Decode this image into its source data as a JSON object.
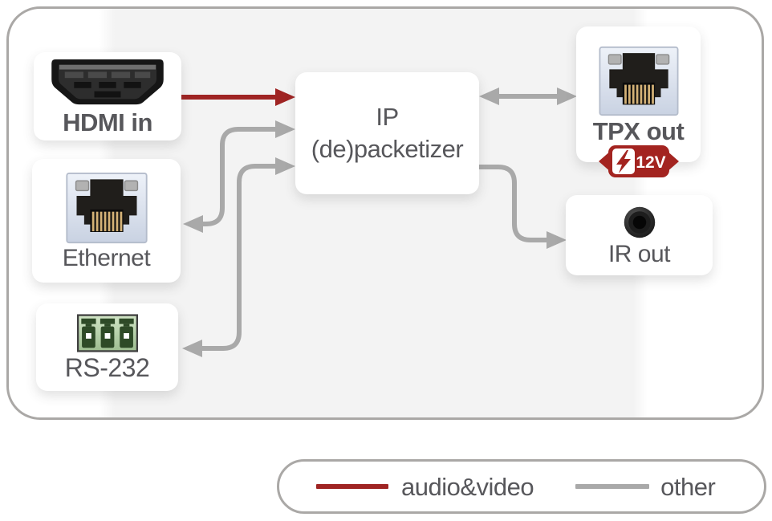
{
  "device": {
    "processor": {
      "line1": "IP",
      "line2": "(de)packetizer"
    },
    "ports": {
      "hdmi": {
        "label": "HDMI in"
      },
      "ethernet": {
        "label": "Ethernet"
      },
      "rs232": {
        "label": "RS-232"
      },
      "tpx": {
        "label": "TPX out",
        "power_badge": "12V"
      },
      "ir": {
        "label": "IR out"
      }
    },
    "connections": [
      {
        "from": "HDMI in",
        "to": "IP (de)packetizer",
        "type": "audio&video",
        "direction": "one-way"
      },
      {
        "from": "Ethernet",
        "to": "IP (de)packetizer",
        "type": "other",
        "direction": "two-way"
      },
      {
        "from": "RS-232",
        "to": "IP (de)packetizer",
        "type": "other",
        "direction": "two-way"
      },
      {
        "from": "IP (de)packetizer",
        "to": "TPX out",
        "type": "other",
        "direction": "two-way"
      },
      {
        "from": "IP (de)packetizer",
        "to": "IR out",
        "type": "other",
        "direction": "one-way"
      }
    ]
  },
  "legend": {
    "items": [
      {
        "label": "audio&video",
        "color": "#9f2423"
      },
      {
        "label": "other",
        "color": "#a9a9a9"
      }
    ]
  },
  "colors": {
    "audio_video_line": "#9f2423",
    "other_line": "#a9a9a9",
    "device_border": "#aaa8a6",
    "badge_red": "#a32420",
    "text": "#57575b"
  }
}
